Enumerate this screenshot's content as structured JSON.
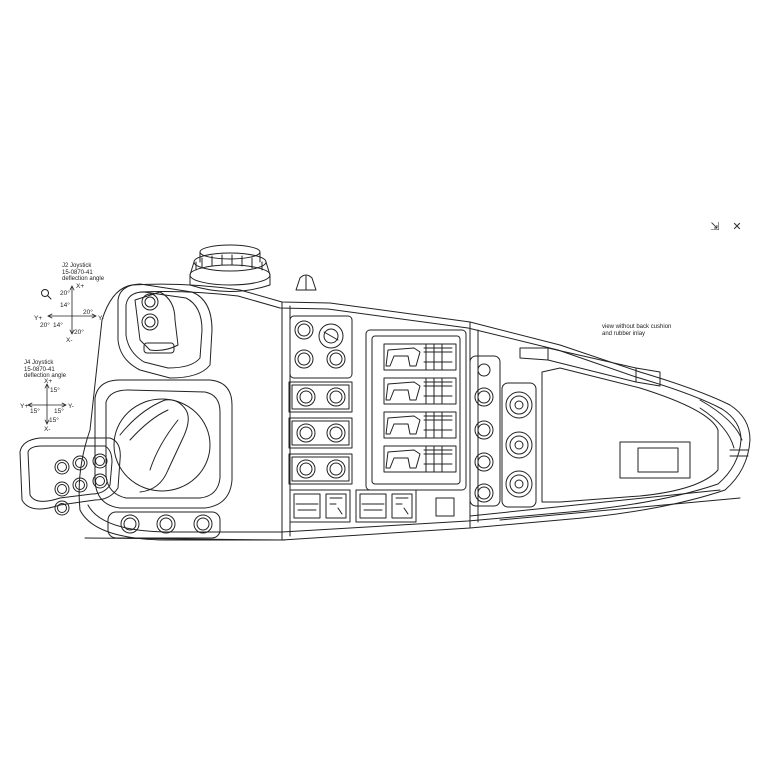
{
  "viewer": {
    "collapse_icon": "collapse-arrows-icon",
    "close_icon": "close-icon",
    "zoom_icon": "zoom-icon"
  },
  "notes": {
    "back_view": [
      "view without back cushion",
      "and rubber inlay"
    ],
    "j2_block": [
      "J2 Joystick",
      "15-0870-41",
      "deflection angle"
    ],
    "j4_block": [
      "J4 Joystick",
      "15-0870-41",
      "deflection angle"
    ]
  },
  "j2_axes": {
    "x_plus": "X+",
    "x_minus": "X-",
    "y_plus": "Y+",
    "y_minus": "Y-",
    "top_angle": "20°",
    "top_inner_angle": "14°",
    "right_angle": "20°",
    "left_angle": "20°",
    "left_inner_angle": "14°",
    "bottom_angle": "20°"
  },
  "j4_axes": {
    "x_plus": "X+",
    "x_minus": "X-",
    "y_plus": "Y+",
    "y_minus": "Y-",
    "top_angle": "15°",
    "left_angle": "15°",
    "right_angle": "15°",
    "bottom_angle": "15°"
  },
  "colors": {
    "line": "#222222",
    "background": "#ffffff"
  }
}
